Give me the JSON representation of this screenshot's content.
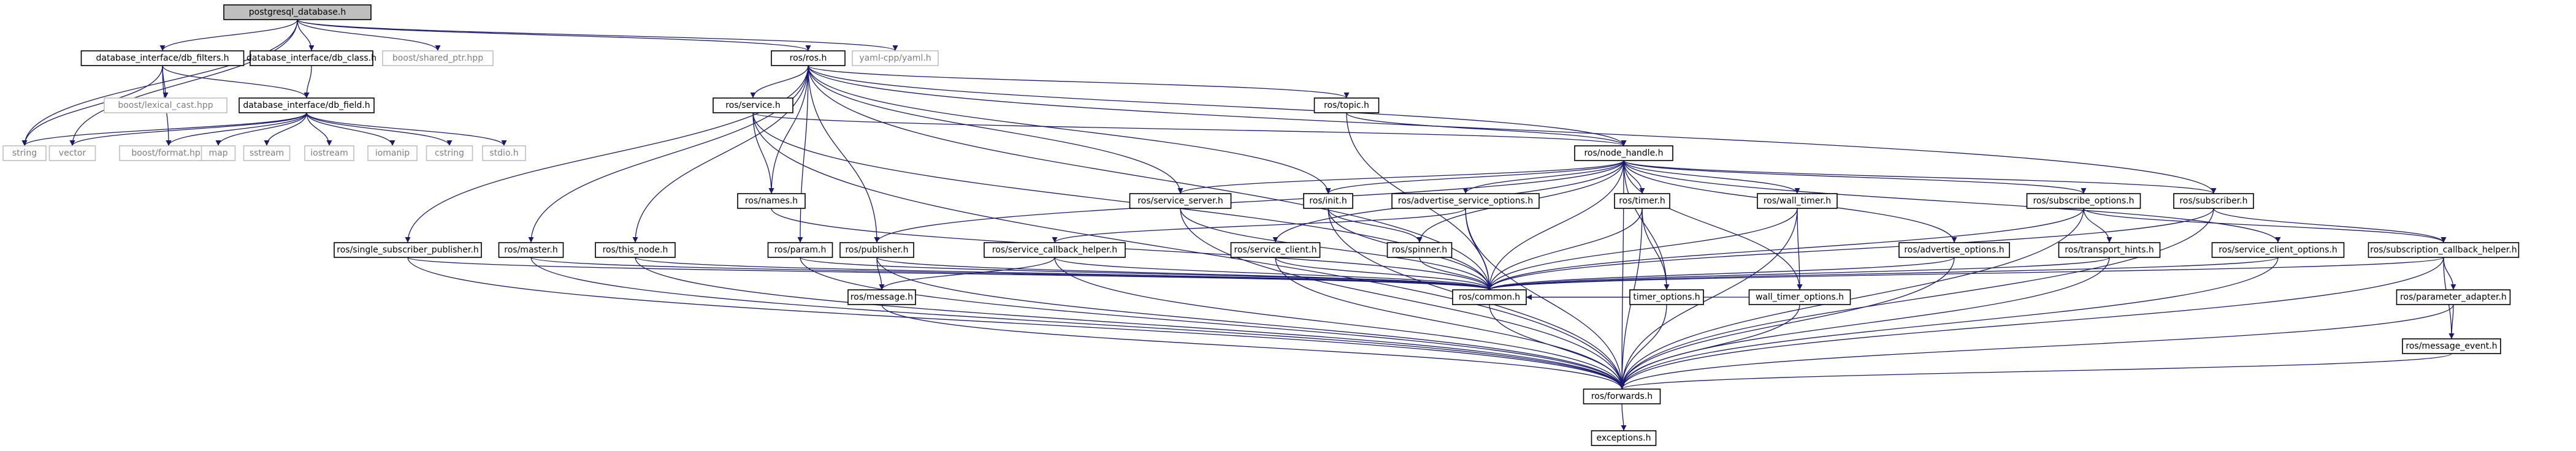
{
  "diagram": {
    "edge_color": "#1a1a6e",
    "root_fill": "#bfbfbf",
    "external_label_color": "#7f7f7f",
    "nodes": [
      {
        "id": "root",
        "label": "postgresql_database.h",
        "kind": "root"
      },
      {
        "id": "db_filters",
        "label": "database_interface/db_filters.h",
        "kind": "real"
      },
      {
        "id": "db_class",
        "label": "database_interface/db_class.h",
        "kind": "real"
      },
      {
        "id": "shared_ptr",
        "label": "boost/shared_ptr.hpp",
        "kind": "ext"
      },
      {
        "id": "ros_h",
        "label": "ros/ros.h",
        "kind": "real"
      },
      {
        "id": "yaml",
        "label": "yaml-cpp/yaml.h",
        "kind": "ext"
      },
      {
        "id": "lexical",
        "label": "boost/lexical_cast.hpp",
        "kind": "ext"
      },
      {
        "id": "db_field",
        "label": "database_interface/db_field.h",
        "kind": "real"
      },
      {
        "id": "string",
        "label": "string",
        "kind": "ext"
      },
      {
        "id": "vector",
        "label": "vector",
        "kind": "ext"
      },
      {
        "id": "format",
        "label": "boost/format.hpp",
        "kind": "ext"
      },
      {
        "id": "map",
        "label": "map",
        "kind": "ext"
      },
      {
        "id": "sstream",
        "label": "sstream",
        "kind": "ext"
      },
      {
        "id": "iostream",
        "label": "iostream",
        "kind": "ext"
      },
      {
        "id": "iomanip",
        "label": "iomanip",
        "kind": "ext"
      },
      {
        "id": "cstring",
        "label": "cstring",
        "kind": "ext"
      },
      {
        "id": "stdio",
        "label": "stdio.h",
        "kind": "ext"
      },
      {
        "id": "service",
        "label": "ros/service.h",
        "kind": "real"
      },
      {
        "id": "topic",
        "label": "ros/topic.h",
        "kind": "real"
      },
      {
        "id": "node_handle",
        "label": "ros/node_handle.h",
        "kind": "real"
      },
      {
        "id": "names",
        "label": "ros/names.h",
        "kind": "real"
      },
      {
        "id": "service_server",
        "label": "ros/service_server.h",
        "kind": "real"
      },
      {
        "id": "init",
        "label": "ros/init.h",
        "kind": "real"
      },
      {
        "id": "adv_srv_opts",
        "label": "ros/advertise_service_options.h",
        "kind": "real"
      },
      {
        "id": "timer",
        "label": "ros/timer.h",
        "kind": "real"
      },
      {
        "id": "wall_timer",
        "label": "ros/wall_timer.h",
        "kind": "real"
      },
      {
        "id": "sub_opts",
        "label": "ros/subscribe_options.h",
        "kind": "real"
      },
      {
        "id": "subscriber",
        "label": "ros/subscriber.h",
        "kind": "real"
      },
      {
        "id": "single_sub_pub",
        "label": "ros/single_subscriber_publisher.h",
        "kind": "real"
      },
      {
        "id": "master",
        "label": "ros/master.h",
        "kind": "real"
      },
      {
        "id": "this_node",
        "label": "ros/this_node.h",
        "kind": "real"
      },
      {
        "id": "param",
        "label": "ros/param.h",
        "kind": "real"
      },
      {
        "id": "publisher",
        "label": "ros/publisher.h",
        "kind": "real"
      },
      {
        "id": "srv_cb_helper",
        "label": "ros/service_callback_helper.h",
        "kind": "real"
      },
      {
        "id": "service_client",
        "label": "ros/service_client.h",
        "kind": "real"
      },
      {
        "id": "spinner",
        "label": "ros/spinner.h",
        "kind": "real"
      },
      {
        "id": "timer_opts",
        "label": "timer_options.h",
        "kind": "real"
      },
      {
        "id": "wall_timer_opts",
        "label": "wall_timer_options.h",
        "kind": "real"
      },
      {
        "id": "adv_opts",
        "label": "ros/advertise_options.h",
        "kind": "real"
      },
      {
        "id": "transport_hints",
        "label": "ros/transport_hints.h",
        "kind": "real"
      },
      {
        "id": "srv_client_opts",
        "label": "ros/service_client_options.h",
        "kind": "real"
      },
      {
        "id": "sub_cb_helper",
        "label": "ros/subscription_callback_helper.h",
        "kind": "real"
      },
      {
        "id": "message",
        "label": "ros/message.h",
        "kind": "real"
      },
      {
        "id": "common",
        "label": "ros/common.h",
        "kind": "real"
      },
      {
        "id": "param_adapter",
        "label": "ros/parameter_adapter.h",
        "kind": "real"
      },
      {
        "id": "msg_event",
        "label": "ros/message_event.h",
        "kind": "real"
      },
      {
        "id": "forwards",
        "label": "ros/forwards.h",
        "kind": "real"
      },
      {
        "id": "exceptions",
        "label": "exceptions.h",
        "kind": "real"
      }
    ],
    "edges": [
      [
        "root",
        "db_filters"
      ],
      [
        "root",
        "db_class"
      ],
      [
        "root",
        "shared_ptr"
      ],
      [
        "root",
        "ros_h"
      ],
      [
        "root",
        "yaml"
      ],
      [
        "root",
        "string"
      ],
      [
        "root",
        "vector"
      ],
      [
        "db_filters",
        "lexical"
      ],
      [
        "db_filters",
        "db_field"
      ],
      [
        "db_filters",
        "string"
      ],
      [
        "db_filters",
        "format"
      ],
      [
        "db_class",
        "db_field"
      ],
      [
        "db_field",
        "string"
      ],
      [
        "db_field",
        "vector"
      ],
      [
        "db_field",
        "format"
      ],
      [
        "db_field",
        "map"
      ],
      [
        "db_field",
        "sstream"
      ],
      [
        "db_field",
        "iostream"
      ],
      [
        "db_field",
        "iomanip"
      ],
      [
        "db_field",
        "cstring"
      ],
      [
        "db_field",
        "stdio"
      ],
      [
        "ros_h",
        "service"
      ],
      [
        "ros_h",
        "topic"
      ],
      [
        "ros_h",
        "node_handle"
      ],
      [
        "ros_h",
        "names"
      ],
      [
        "ros_h",
        "service_server"
      ],
      [
        "ros_h",
        "init"
      ],
      [
        "ros_h",
        "subscriber"
      ],
      [
        "ros_h",
        "single_sub_pub"
      ],
      [
        "ros_h",
        "master"
      ],
      [
        "ros_h",
        "this_node"
      ],
      [
        "ros_h",
        "param"
      ],
      [
        "ros_h",
        "publisher"
      ],
      [
        "ros_h",
        "common"
      ],
      [
        "service",
        "names"
      ],
      [
        "service",
        "node_handle"
      ],
      [
        "service",
        "common"
      ],
      [
        "service",
        "forwards"
      ],
      [
        "topic",
        "node_handle"
      ],
      [
        "topic",
        "common"
      ],
      [
        "node_handle",
        "service_server"
      ],
      [
        "node_handle",
        "init"
      ],
      [
        "node_handle",
        "adv_srv_opts"
      ],
      [
        "node_handle",
        "timer"
      ],
      [
        "node_handle",
        "wall_timer"
      ],
      [
        "node_handle",
        "sub_opts"
      ],
      [
        "node_handle",
        "subscriber"
      ],
      [
        "node_handle",
        "publisher"
      ],
      [
        "node_handle",
        "service_client"
      ],
      [
        "node_handle",
        "spinner"
      ],
      [
        "node_handle",
        "timer_opts"
      ],
      [
        "node_handle",
        "wall_timer_opts"
      ],
      [
        "node_handle",
        "adv_opts"
      ],
      [
        "node_handle",
        "srv_client_opts"
      ],
      [
        "node_handle",
        "common"
      ],
      [
        "node_handle",
        "forwards"
      ],
      [
        "names",
        "common"
      ],
      [
        "service_server",
        "common"
      ],
      [
        "service_server",
        "forwards"
      ],
      [
        "init",
        "spinner"
      ],
      [
        "init",
        "common"
      ],
      [
        "init",
        "forwards"
      ],
      [
        "adv_srv_opts",
        "srv_cb_helper"
      ],
      [
        "adv_srv_opts",
        "common"
      ],
      [
        "adv_srv_opts",
        "forwards"
      ],
      [
        "timer",
        "timer_opts"
      ],
      [
        "timer",
        "common"
      ],
      [
        "timer",
        "forwards"
      ],
      [
        "wall_timer",
        "wall_timer_opts"
      ],
      [
        "wall_timer",
        "common"
      ],
      [
        "wall_timer",
        "forwards"
      ],
      [
        "sub_opts",
        "transport_hints"
      ],
      [
        "sub_opts",
        "sub_cb_helper"
      ],
      [
        "sub_opts",
        "common"
      ],
      [
        "sub_opts",
        "forwards"
      ],
      [
        "subscriber",
        "sub_cb_helper"
      ],
      [
        "subscriber",
        "common"
      ],
      [
        "subscriber",
        "forwards"
      ],
      [
        "single_sub_pub",
        "common"
      ],
      [
        "single_sub_pub",
        "forwards"
      ],
      [
        "master",
        "common"
      ],
      [
        "master",
        "forwards"
      ],
      [
        "this_node",
        "common"
      ],
      [
        "this_node",
        "forwards"
      ],
      [
        "param",
        "common"
      ],
      [
        "param",
        "forwards"
      ],
      [
        "publisher",
        "message"
      ],
      [
        "publisher",
        "common"
      ],
      [
        "publisher",
        "forwards"
      ],
      [
        "srv_cb_helper",
        "message"
      ],
      [
        "srv_cb_helper",
        "common"
      ],
      [
        "srv_cb_helper",
        "forwards"
      ],
      [
        "service_client",
        "common"
      ],
      [
        "service_client",
        "forwards"
      ],
      [
        "spinner",
        "common"
      ],
      [
        "timer_opts",
        "common"
      ],
      [
        "timer_opts",
        "forwards"
      ],
      [
        "wall_timer_opts",
        "common"
      ],
      [
        "wall_timer_opts",
        "forwards"
      ],
      [
        "adv_opts",
        "common"
      ],
      [
        "adv_opts",
        "forwards"
      ],
      [
        "transport_hints",
        "common"
      ],
      [
        "transport_hints",
        "forwards"
      ],
      [
        "srv_client_opts",
        "common"
      ],
      [
        "srv_client_opts",
        "forwards"
      ],
      [
        "sub_cb_helper",
        "param_adapter"
      ],
      [
        "sub_cb_helper",
        "msg_event"
      ],
      [
        "sub_cb_helper",
        "common"
      ],
      [
        "sub_cb_helper",
        "forwards"
      ],
      [
        "param_adapter",
        "msg_event"
      ],
      [
        "param_adapter",
        "forwards"
      ],
      [
        "msg_event",
        "forwards"
      ],
      [
        "message",
        "forwards"
      ],
      [
        "common",
        "forwards"
      ],
      [
        "forwards",
        "exceptions"
      ]
    ]
  }
}
